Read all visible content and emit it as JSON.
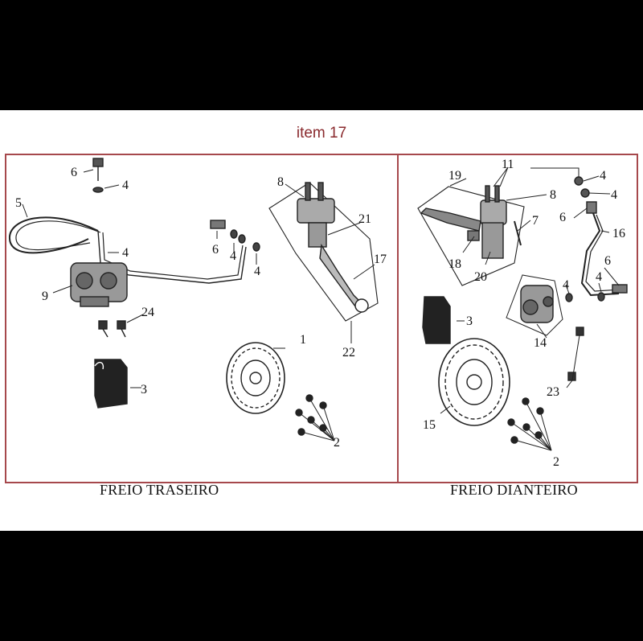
{
  "title": "item 17",
  "sections": {
    "rear": {
      "caption": "FREIO TRASEIRO",
      "labels": [
        "6",
        "4",
        "5",
        "4",
        "9",
        "24",
        "3",
        "8",
        "21",
        "6",
        "4",
        "4",
        "17",
        "22",
        "1",
        "2"
      ]
    },
    "front": {
      "caption": "FREIO DIANTEIRO",
      "labels": [
        "11",
        "19",
        "8",
        "4",
        "4",
        "6",
        "7",
        "16",
        "18",
        "20",
        "6",
        "4",
        "4",
        "3",
        "14",
        "23",
        "15",
        "2"
      ]
    }
  },
  "colors": {
    "frame": "#a6484c",
    "title": "#8a2a2e"
  }
}
